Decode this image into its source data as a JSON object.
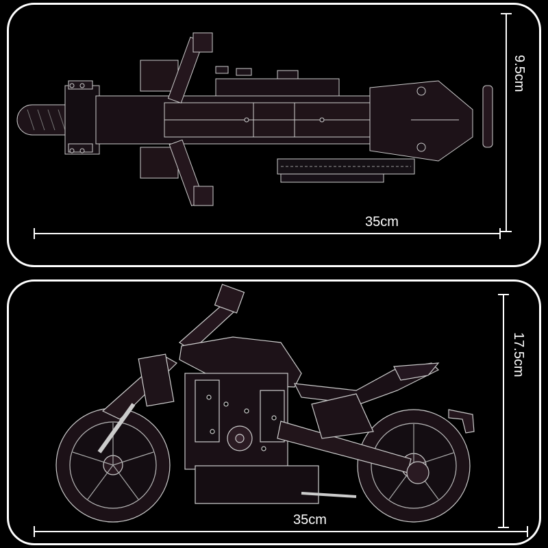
{
  "top_view": {
    "length_label": "35cm",
    "height_label": "9.5cm"
  },
  "side_view": {
    "length_label": "35cm",
    "height_label": "17.5cm"
  },
  "colors": {
    "background": "#000000",
    "frame": "#ffffff",
    "model_fill": "#1b1218",
    "model_line": "#cfcfcf"
  }
}
